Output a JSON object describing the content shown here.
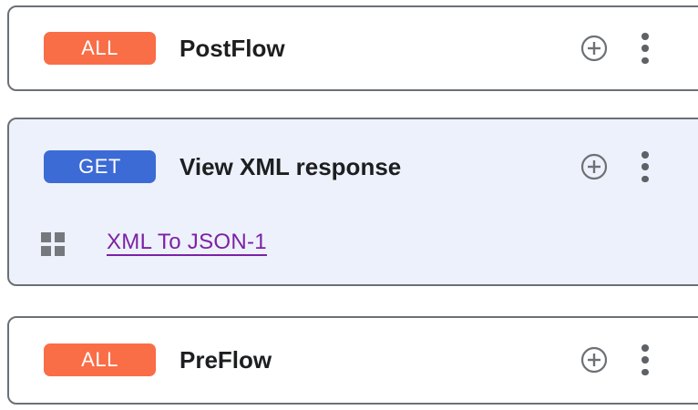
{
  "colors": {
    "badge_all": "#f96d47",
    "badge_get": "#3c6bd6",
    "selected_card_bg": "#edf1fb",
    "card_border": "#6b7075",
    "link_purple": "#7c21a5",
    "icon_gray": "#6d7175",
    "dot_gray": "#5e6266"
  },
  "cards": [
    {
      "badge": "ALL",
      "title": "PostFlow"
    },
    {
      "badge": "GET",
      "title": "View XML response",
      "policies": [
        {
          "name": "XML To JSON-1"
        }
      ]
    },
    {
      "badge": "ALL",
      "title": "PreFlow"
    }
  ]
}
